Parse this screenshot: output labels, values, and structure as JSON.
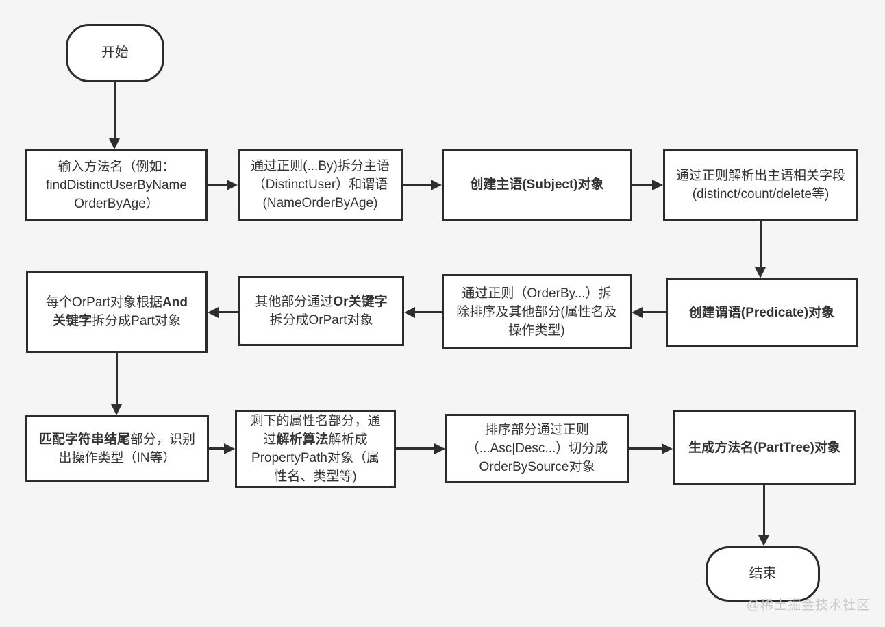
{
  "page": {
    "background": "#f5f5f5"
  },
  "colors": {
    "box_fill": "#ffffff",
    "box_border": "#2b2b2b",
    "arrow": "#2e2e2e",
    "text": "#333333",
    "watermark": "#c9c9c9"
  },
  "watermark": {
    "text": "@稀土掘金技术社区"
  },
  "nodes": {
    "start": {
      "shape": "terminal",
      "lines": [
        [
          {
            "t": "开始"
          }
        ]
      ]
    },
    "input": {
      "shape": "process",
      "lines": [
        [
          {
            "t": "输入方法名（例如："
          }
        ],
        [
          {
            "t": "findDistinctUserByName"
          }
        ],
        [
          {
            "t": "OrderByAge）"
          }
        ]
      ]
    },
    "split_subject": {
      "shape": "process",
      "lines": [
        [
          {
            "t": "通过正则(...By)拆分主语"
          }
        ],
        [
          {
            "t": "（DistinctUser）和谓语"
          }
        ],
        [
          {
            "t": "(NameOrderByAge)"
          }
        ]
      ]
    },
    "create_subject": {
      "shape": "process",
      "lines": [
        [
          {
            "t": "创建主语(Subject)对象",
            "b": true
          }
        ]
      ]
    },
    "parse_subject_fields": {
      "shape": "process",
      "lines": [
        [
          {
            "t": "通过正则解析出主语相关字段"
          }
        ],
        [
          {
            "t": "(distinct/count/delete等)"
          }
        ]
      ]
    },
    "create_predicate": {
      "shape": "process",
      "lines": [
        [
          {
            "t": "创建谓语(Predicate)对象",
            "b": true
          }
        ]
      ]
    },
    "strip_order_by": {
      "shape": "process",
      "lines": [
        [
          {
            "t": "通过正则（OrderBy...）拆"
          }
        ],
        [
          {
            "t": "除排序及其他部分(属性名及"
          }
        ],
        [
          {
            "t": "操作类型)"
          }
        ]
      ]
    },
    "split_or": {
      "shape": "process",
      "lines": [
        [
          {
            "t": "其他部分通过"
          },
          {
            "t": "Or关键字",
            "b": true
          }
        ],
        [
          {
            "t": "拆分成OrPart对象"
          }
        ]
      ]
    },
    "split_and": {
      "shape": "process",
      "lines": [
        [
          {
            "t": "每个OrPart对象根据"
          },
          {
            "t": "And",
            "b": true
          }
        ],
        [
          {
            "t": "关键字",
            "b": true
          },
          {
            "t": "拆分成Part对象"
          }
        ]
      ]
    },
    "match_suffix": {
      "shape": "process",
      "lines": [
        [
          {
            "t": "匹配字符串结尾",
            "b": true
          },
          {
            "t": "部分，识别"
          }
        ],
        [
          {
            "t": "出操作类型（IN等）"
          }
        ]
      ]
    },
    "parse_property_path": {
      "shape": "process",
      "lines": [
        [
          {
            "t": "剩下的属性名部分，通"
          }
        ],
        [
          {
            "t": "过"
          },
          {
            "t": "解析算法",
            "b": true
          },
          {
            "t": "解析成"
          }
        ],
        [
          {
            "t": "PropertyPath对象（属"
          }
        ],
        [
          {
            "t": "性名、类型等)"
          }
        ]
      ]
    },
    "split_order_source": {
      "shape": "process",
      "lines": [
        [
          {
            "t": "排序部分通过正则"
          }
        ],
        [
          {
            "t": "（...Asc|Desc...）切分成"
          }
        ],
        [
          {
            "t": "OrderBySource对象"
          }
        ]
      ]
    },
    "create_part_tree": {
      "shape": "process",
      "lines": [
        [
          {
            "t": "生成方法名(PartTree)对象",
            "b": true
          }
        ]
      ]
    },
    "end": {
      "shape": "terminal",
      "lines": [
        [
          {
            "t": "结束"
          }
        ]
      ]
    }
  }
}
